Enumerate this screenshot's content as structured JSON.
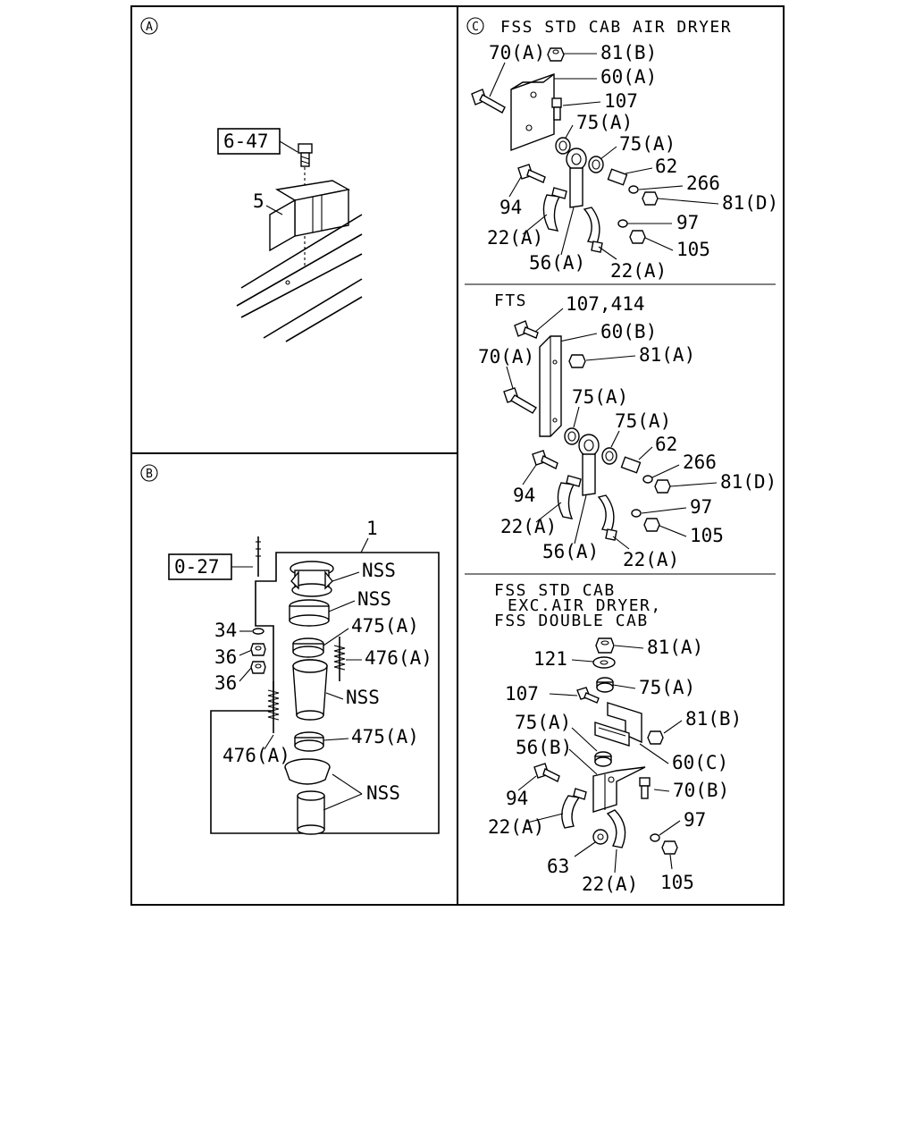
{
  "sections": {
    "A": {
      "marker": "A",
      "refs": [
        "6-47"
      ],
      "labels": [
        "5"
      ]
    },
    "B": {
      "marker": "B",
      "refs": [
        "0-27"
      ],
      "labels": [
        "1",
        "NSS",
        "NSS",
        "475(A)",
        "476(A)",
        "34",
        "36",
        "36",
        "NSS",
        "475(A)",
        "476(A)",
        "NSS"
      ]
    },
    "C": {
      "marker": "C",
      "title": "FSS STD CAB AIR DRYER",
      "labels": [
        "70(A)",
        "81(B)",
        "60(A)",
        "107",
        "75(A)",
        "75(A)",
        "62",
        "266",
        "81(D)",
        "94",
        "22(A)",
        "97",
        "105",
        "56(A)",
        "22(A)"
      ]
    },
    "FTS": {
      "title": "FTS",
      "labels": [
        "107,414",
        "60(B)",
        "70(A)",
        "81(A)",
        "75(A)",
        "75(A)",
        "62",
        "266",
        "81(D)",
        "94",
        "22(A)",
        "97",
        "105",
        "56(A)",
        "22(A)"
      ]
    },
    "FSS": {
      "title_lines": [
        "FSS STD CAB",
        "EXC.AIR DRYER,",
        "FSS DOUBLE CAB"
      ],
      "labels": [
        "81(A)",
        "121",
        "75(A)",
        "107",
        "81(B)",
        "75(A)",
        "56(B)",
        "60(C)",
        "70(B)",
        "94",
        "22(A)",
        "97",
        "63",
        "22(A)",
        "105"
      ]
    }
  }
}
